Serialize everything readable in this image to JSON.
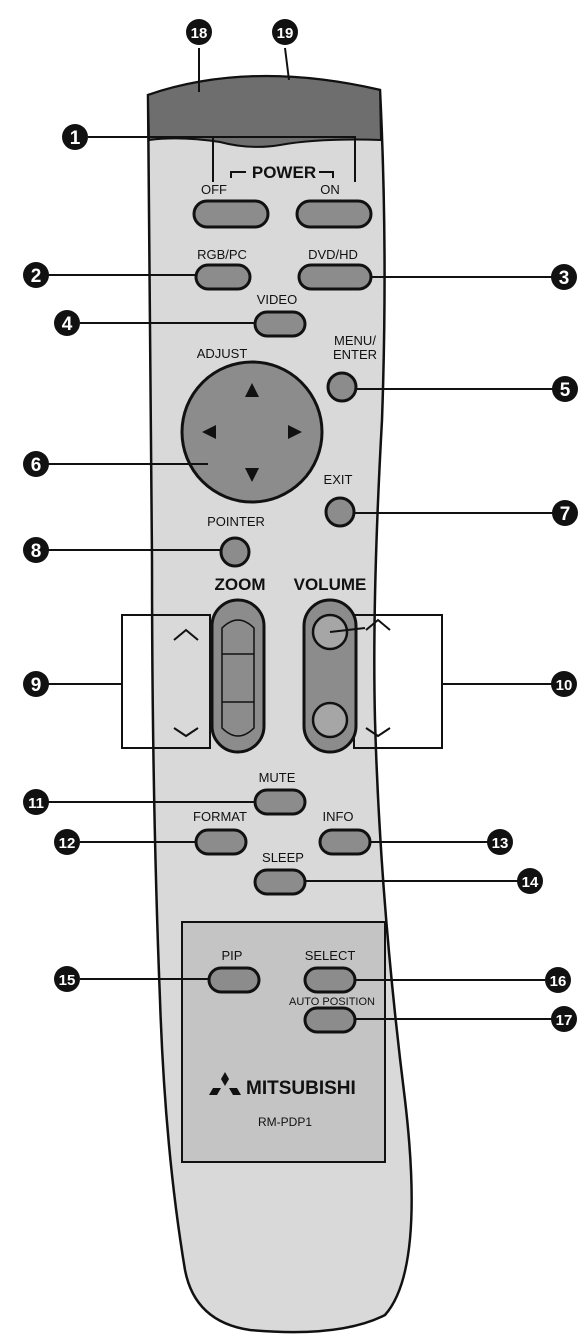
{
  "remote": {
    "labels": {
      "power": "POWER",
      "off": "OFF",
      "on": "ON",
      "rgb_pc": "RGB/PC",
      "dvd_hd": "DVD/HD",
      "video": "VIDEO",
      "adjust": "ADJUST",
      "menu_line1": "MENU/",
      "menu_line2": "ENTER",
      "exit": "EXIT",
      "pointer": "POINTER",
      "zoom": "ZOOM",
      "volume": "VOLUME",
      "mute": "MUTE",
      "format": "FORMAT",
      "info": "INFO",
      "sleep": "SLEEP",
      "pip": "PIP",
      "select": "SELECT",
      "auto_position": "AUTO POSITION",
      "brand": "MITSUBISHI",
      "model": "RM-PDP1"
    },
    "callouts": [
      "1",
      "2",
      "3",
      "4",
      "5",
      "6",
      "7",
      "8",
      "9",
      "10",
      "11",
      "12",
      "13",
      "14",
      "15",
      "16",
      "17",
      "18",
      "19"
    ],
    "colors": {
      "body": "#d9d9d9",
      "top_band": "#6e6e6e",
      "button": "#8c8c8c",
      "pip_panel": "#c4c4c4",
      "outline": "#111111"
    }
  }
}
